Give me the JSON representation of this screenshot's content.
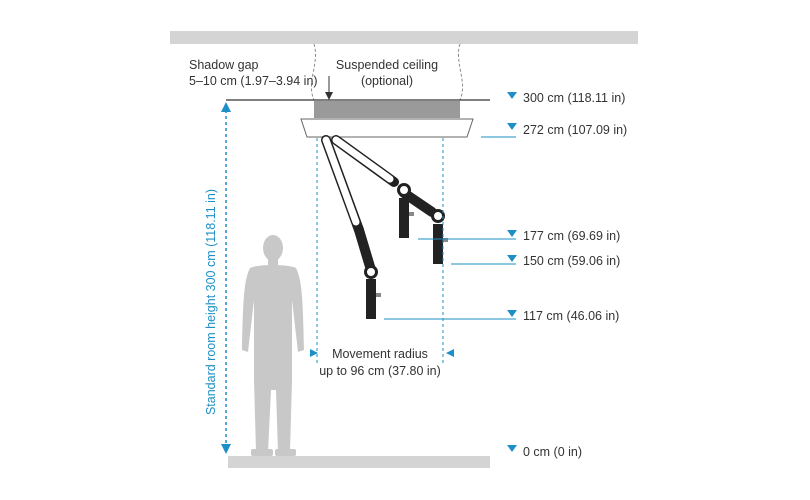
{
  "labels": {
    "shadow_gap_line1": "Shadow gap",
    "shadow_gap_line2": "5–10 cm (1.97–3.94 in)",
    "suspended_line1": "Suspended ceiling",
    "suspended_line2": "(optional)",
    "movement_line1": "Movement radius",
    "movement_line2": "up to 96 cm (37.80 in)",
    "room_height": "Standard room height 300 cm (118.11 in)"
  },
  "measurements": [
    {
      "id": "h300",
      "text": "300 cm (118.11 in)"
    },
    {
      "id": "h272",
      "text": "272 cm (107.09 in)"
    },
    {
      "id": "h177",
      "text": "177 cm (69.69 in)"
    },
    {
      "id": "h150",
      "text": "150 cm (59.06 in)"
    },
    {
      "id": "h117",
      "text": "117 cm (46.06 in)"
    },
    {
      "id": "h0",
      "text": "0 cm (0 in)"
    }
  ],
  "colors": {
    "accent": "#1e8fc6",
    "arm": "#222222",
    "silhouette": "#c8c8c8",
    "slab": "#d4d4d4",
    "ceiling_panel": "#9a9a9a"
  }
}
